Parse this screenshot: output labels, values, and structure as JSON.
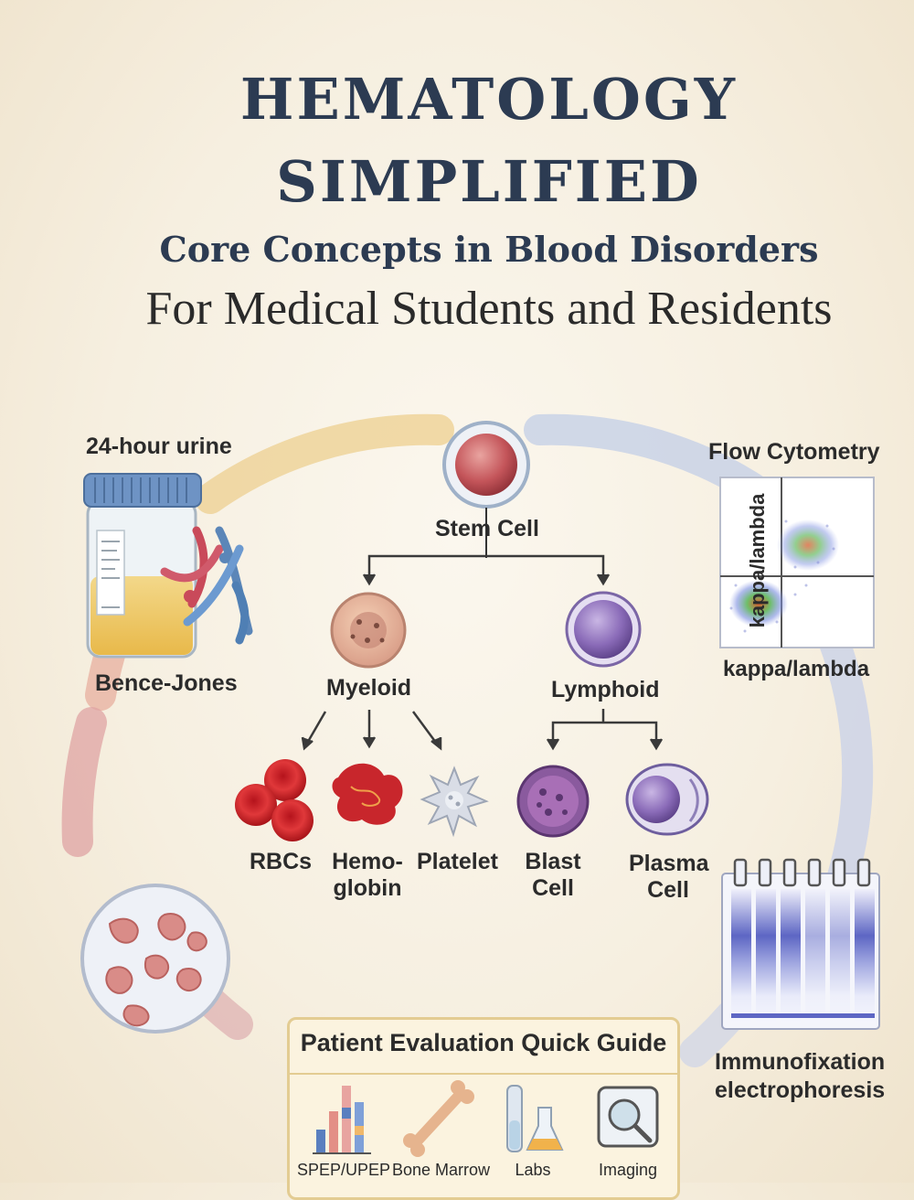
{
  "title_line1": "HEMATOLOGY",
  "title_line2": "SIMPLIFIED",
  "subtitle": "Core Concepts in Blood Disorders",
  "audience": "For Medical Students and Residents",
  "labels": {
    "urine": "24-hour urine",
    "bence_jones": "Bence-Jones",
    "flow": "Flow Cytometry",
    "flow_y": "kappa/lambda",
    "flow_x": "kappa/lambda",
    "stem": "Stem Cell",
    "myeloid": "Myeloid",
    "lymphoid": "Lymphoid",
    "rbcs": "RBCs",
    "hemoglobin_1": "Hemo-",
    "hemoglobin_2": "globin",
    "platelet": "Platelet",
    "blast_1": "Blast",
    "blast_2": "Cell",
    "plasma_1": "Plasma",
    "plasma_2": "Cell",
    "ife_1": "Immunofixation",
    "ife_2": "electrophoresis"
  },
  "guide": {
    "title": "Patient Evaluation Quick Guide",
    "items": [
      "SPEP/UPEP",
      "Bone Marrow",
      "Labs",
      "Imaging"
    ]
  },
  "icons": [
    "urine-container-icon",
    "antibody-icon",
    "flow-plot-icon",
    "stem-cell-icon",
    "myeloid-cell-icon",
    "lymphoid-cell-icon",
    "rbc-icon",
    "hemoglobin-icon",
    "platelet-icon",
    "blast-cell-icon",
    "plasma-cell-icon",
    "gel-icon",
    "microscope-slide-icon",
    "bar-chart-icon",
    "bone-icon",
    "flask-icon",
    "imaging-icon"
  ]
}
